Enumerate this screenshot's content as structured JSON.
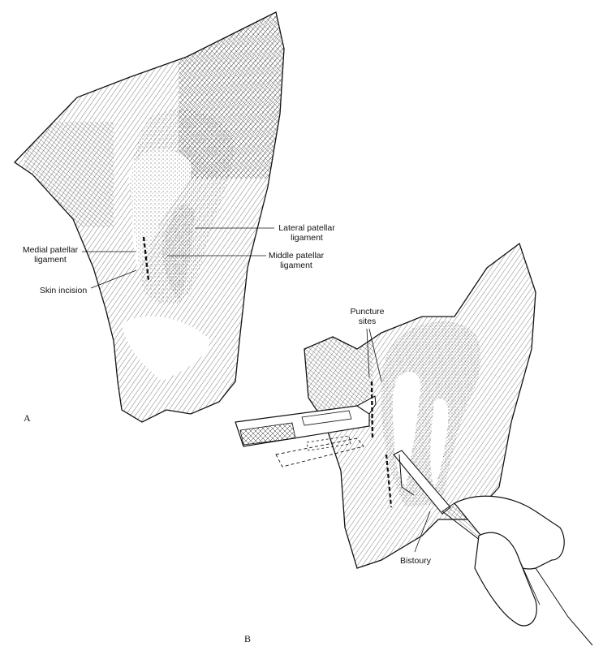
{
  "panels": {
    "a": {
      "letter": "A",
      "labels": {
        "lateral": [
          "Lateral patellar",
          "ligament"
        ],
        "medial": [
          "Medial patellar",
          "ligament"
        ],
        "middle": [
          "Middle patellar",
          "ligament"
        ],
        "skin_incision": "Skin incision"
      }
    },
    "b": {
      "letter": "B",
      "labels": {
        "puncture": [
          "Puncture",
          "sites"
        ],
        "bistoury": "Bistoury"
      }
    }
  }
}
